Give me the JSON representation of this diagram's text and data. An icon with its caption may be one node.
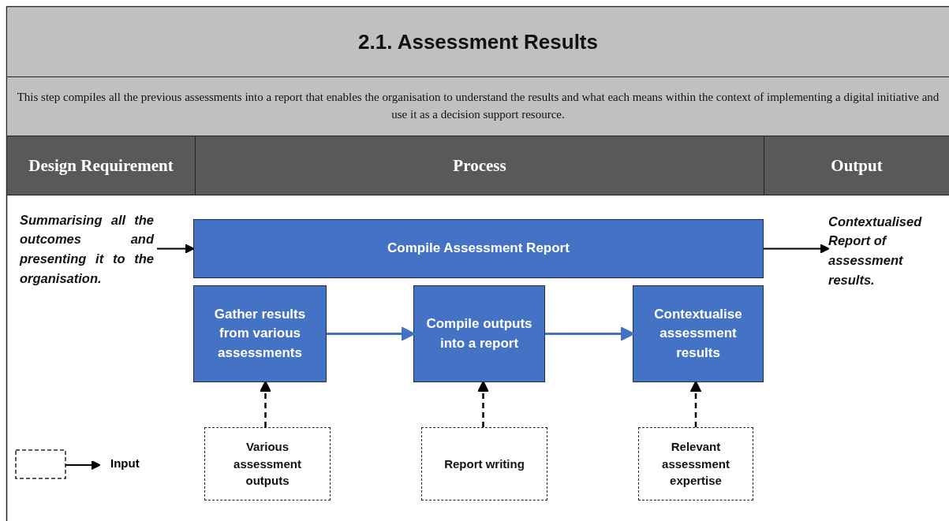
{
  "diagram": {
    "title": "2.1. Assessment Results",
    "nodes": [
      {
        "text": [
          "Summarising all the outcomes and presenting it to the organisation."
        ]
      },
      {
        "text": [
          "Compile Assessment Report"
        ]
      },
      {
        "text": [
          "Contextualised Report of assessment results."
        ]
      },
      {
        "text": [
          "Gather results from various assessments"
        ]
      },
      {
        "text": [
          "Compile outputs into a report"
        ]
      },
      {
        "text": [
          "Contextualise assessment results"
        ]
      },
      {
        "text": [
          "Various assessment outputs"
        ]
      },
      {
        "text": [
          "Report writing"
        ]
      },
      {
        "text": [
          "Relevant assessment expertise"
        ]
      }
    ],
    "edges": [
      {
        "from": 0,
        "to": 1,
        "arrow": "to"
      },
      {
        "from": 1,
        "to": 2,
        "arrow": "to"
      },
      {
        "from": 3,
        "to": 4,
        "arrow": "to",
        "color": "#4472c4"
      },
      {
        "from": 4,
        "to": 5,
        "arrow": "to",
        "color": "#4472c4"
      },
      {
        "from": 6,
        "to": 3,
        "arrow": "to",
        "style": "dashed"
      },
      {
        "from": 7,
        "to": 4,
        "arrow": "to",
        "style": "dashed"
      },
      {
        "from": 8,
        "to": 5,
        "arrow": "to",
        "style": "dashed"
      }
    ],
    "labels": [
      "This step compiles all the previous assessments into a report that enables the organisation to understand the results and what each means within the context of implementing a digital initiative and use it as a decision support resource.",
      "Design Requirement",
      "Process",
      "Output"
    ],
    "legend": [
      {
        "text": "Input"
      }
    ]
  }
}
